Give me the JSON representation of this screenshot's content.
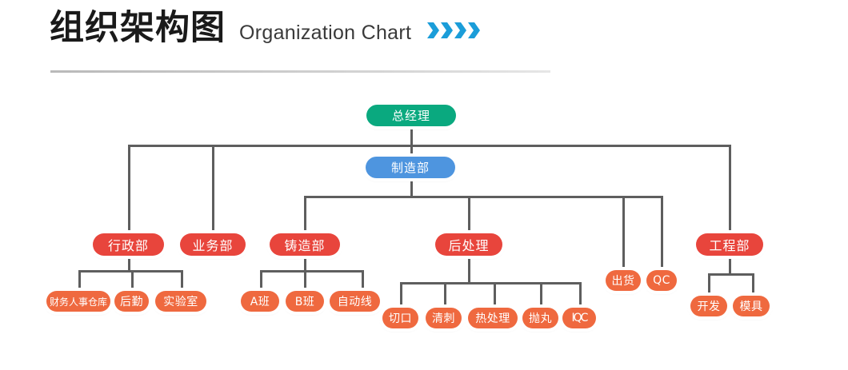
{
  "header": {
    "title_cn": "组织架构图",
    "title_en": "Organization Chart",
    "chevron_count": 4,
    "chevron_color": "#1b9dd9",
    "divider_color": "#bcbcbc"
  },
  "palette": {
    "root": "#0aa97f",
    "level2": "#4e95df",
    "department": "#e8453c",
    "leaf": "#ef693f",
    "line": "#5e5e5e",
    "text": "#ffffff"
  },
  "chart_data": {
    "type": "tree",
    "title": "组织架构图 Organization Chart",
    "orientation": "top-down",
    "nodes": [
      {
        "id": "gm",
        "label": "总经理",
        "level": 1,
        "color": "#0aa97f",
        "parent": null
      },
      {
        "id": "mfg",
        "label": "制造部",
        "level": 2,
        "color": "#4e95df",
        "parent": "gm"
      },
      {
        "id": "admin",
        "label": "行政部",
        "level": 3,
        "color": "#e8453c",
        "parent": "gm"
      },
      {
        "id": "biz",
        "label": "业务部",
        "level": 3,
        "color": "#e8453c",
        "parent": "gm"
      },
      {
        "id": "eng",
        "label": "工程部",
        "level": 3,
        "color": "#e8453c",
        "parent": "gm"
      },
      {
        "id": "cast",
        "label": "铸造部",
        "level": 3,
        "color": "#e8453c",
        "parent": "mfg"
      },
      {
        "id": "post",
        "label": "后处理",
        "level": 3,
        "color": "#e8453c",
        "parent": "mfg"
      },
      {
        "id": "ship",
        "label": "出货",
        "level": 4,
        "color": "#ef693f",
        "parent": "mfg"
      },
      {
        "id": "qc",
        "label": "QC",
        "level": 4,
        "color": "#ef693f",
        "parent": "mfg"
      },
      {
        "id": "fin",
        "label": "财务人事仓库",
        "level": 4,
        "color": "#ef693f",
        "parent": "admin"
      },
      {
        "id": "logi",
        "label": "后勤",
        "level": 4,
        "color": "#ef693f",
        "parent": "admin"
      },
      {
        "id": "lab",
        "label": "实验室",
        "level": 4,
        "color": "#ef693f",
        "parent": "admin"
      },
      {
        "id": "sa",
        "label": "A班",
        "level": 4,
        "color": "#ef693f",
        "parent": "cast"
      },
      {
        "id": "sb",
        "label": "B班",
        "level": 4,
        "color": "#ef693f",
        "parent": "cast"
      },
      {
        "id": "auto",
        "label": "自动线",
        "level": 4,
        "color": "#ef693f",
        "parent": "cast"
      },
      {
        "id": "cut",
        "label": "切口",
        "level": 4,
        "color": "#ef693f",
        "parent": "post"
      },
      {
        "id": "deb",
        "label": "清刺",
        "level": 4,
        "color": "#ef693f",
        "parent": "post"
      },
      {
        "id": "heat",
        "label": "热处理",
        "level": 4,
        "color": "#ef693f",
        "parent": "post"
      },
      {
        "id": "shot",
        "label": "抛丸",
        "level": 4,
        "color": "#ef693f",
        "parent": "post"
      },
      {
        "id": "iqc",
        "label": "IQC",
        "level": 4,
        "color": "#ef693f",
        "parent": "post"
      },
      {
        "id": "dev",
        "label": "开发",
        "level": 4,
        "color": "#ef693f",
        "parent": "eng"
      },
      {
        "id": "mold",
        "label": "模具",
        "level": 4,
        "color": "#ef693f",
        "parent": "eng"
      }
    ]
  }
}
